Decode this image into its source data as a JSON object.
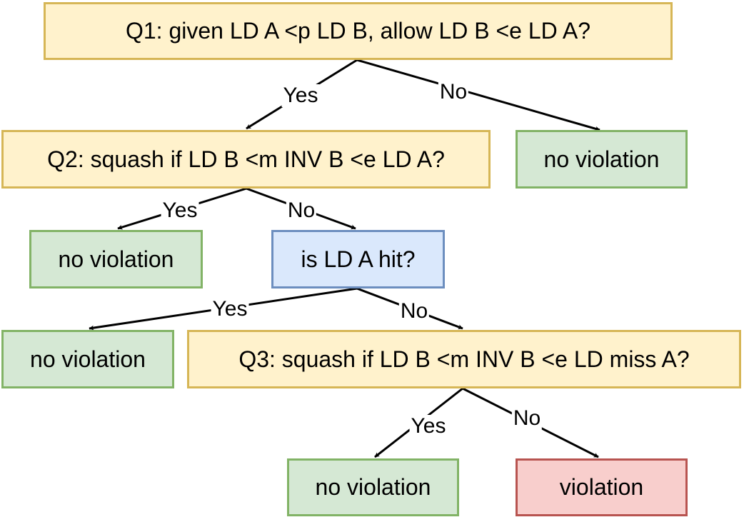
{
  "nodes": {
    "q1": "Q1: given LD A <p LD B, allow LD B <e LD A?",
    "q2": "Q2: squash if LD B <m INV B <e LD A?",
    "no_violation_1": "no violation",
    "no_violation_2": "no violation",
    "hit_check": "is LD A hit?",
    "no_violation_3": "no violation",
    "q3": "Q3: squash if LD B <m INV B <e LD miss A?",
    "no_violation_4": "no violation",
    "violation": "violation"
  },
  "edges": {
    "q1_yes": "Yes",
    "q1_no": "No",
    "q2_yes": "Yes",
    "q2_no": "No",
    "hit_yes": "Yes",
    "hit_no": "No",
    "q3_yes": "Yes",
    "q3_no": "No"
  },
  "colors": {
    "question_fill": "#fff2cc",
    "question_border": "#d6b656",
    "no_violation_fill": "#d5e8d4",
    "no_violation_border": "#82b366",
    "check_fill": "#dae8fc",
    "check_border": "#6c8ebf",
    "violation_fill": "#f8cecc",
    "violation_border": "#b85450"
  }
}
